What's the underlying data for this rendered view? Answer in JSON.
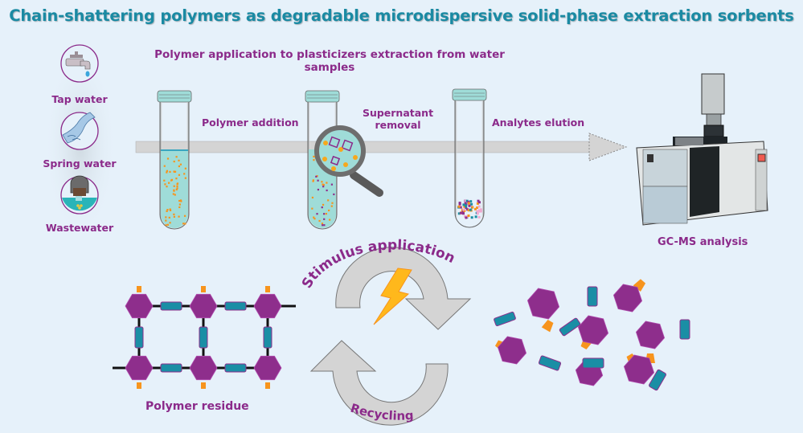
{
  "title": "Chain-shattering polymers as degradable microdispersive solid-phase extraction sorbents",
  "subtitle": "Polymer application to plasticizers extraction from water samples",
  "sources": [
    {
      "label": "Tap water",
      "icon": "faucet-icon"
    },
    {
      "label": "Spring water",
      "icon": "stream-icon"
    },
    {
      "label": "Wastewater",
      "icon": "drain-pipe-icon"
    }
  ],
  "steps": [
    {
      "label": "Polymer addition"
    },
    {
      "label_line1": "Supernatant",
      "label_line2": "removal"
    },
    {
      "label": "Analytes elution"
    }
  ],
  "instrument": {
    "label": "GC-MS analysis"
  },
  "cycle": {
    "top_label": "Stimulus application",
    "bottom_label": "Recycling",
    "left_label": "Polymer residue"
  },
  "colors": {
    "title": "#1a8aa3",
    "label": "#8b2a8a",
    "hexagon": "#8e2e8c",
    "linker": "#1a8ea5",
    "pendant": "#f7941d",
    "liquid": "#9fdcd8",
    "arrow": "#d4d4d4",
    "bolt": "#ffb81c",
    "background": "#e6f1fa"
  }
}
